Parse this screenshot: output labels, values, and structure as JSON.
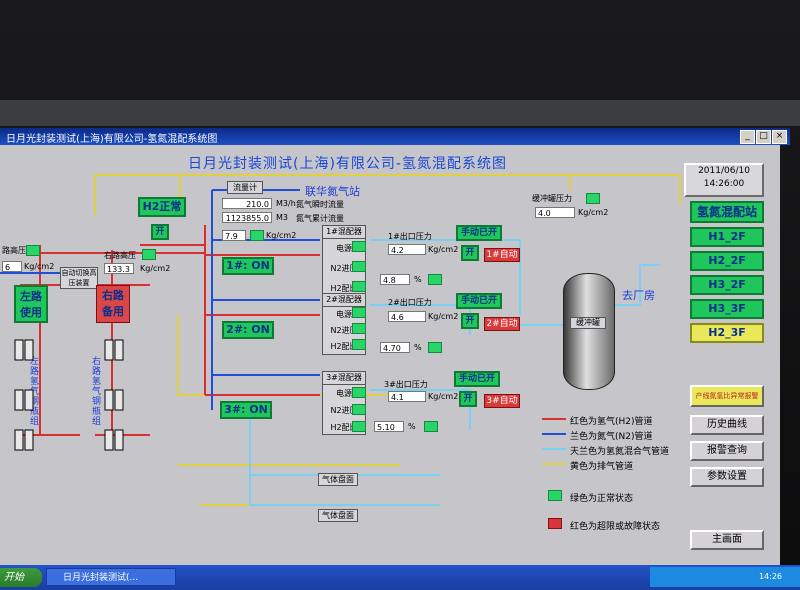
{
  "window": {
    "title": "日月光封装测试(上海)有限公司-氢氮混配系统图",
    "btn_min": "_",
    "btn_max": "□",
    "btn_close": "×"
  },
  "header": {
    "title": "日月光封装测试(上海)有限公司-氢氮混配系统图",
    "date": "2011/06/10",
    "time": "14:26:00"
  },
  "left": {
    "pressure_left_label": "路高压",
    "pressure_left_value": "6",
    "pressure_left_unit": "Kg/cm2",
    "pressure_right_label": "右路高压",
    "pressure_right_value": "133.3",
    "pressure_right_unit": "Kg/cm2",
    "auto_switch": "自动切换高压装置",
    "h2_status": "H2正常",
    "open_label": "开",
    "left_route": "左路使用",
    "right_route": "右路备用",
    "left_bottles": "左路氢气钢瓶组",
    "right_bottles": "右路氢气钢瓶组"
  },
  "nitrogen": {
    "flowmeter": "流量计",
    "station": "联华氮气站",
    "instant_value": "210.0",
    "instant_unit": "M3/h",
    "instant_label": "氮气瞬时流量",
    "total_value": "1123855.0",
    "total_unit": "M3",
    "total_label": "氮气累计流量",
    "pressure_value": "7.9",
    "pressure_unit": "Kg/cm2"
  },
  "mixers": [
    {
      "status": "1#: ON",
      "name": "1#混配器",
      "power": "电源",
      "n2_in": "N2进压",
      "h2_ratio": "H2配比",
      "outlet_label": "1#出口压力",
      "outlet_value": "4.2",
      "outlet_unit": "Kg/cm2",
      "ratio_value": "4.8",
      "ratio_unit": "%",
      "manual": "手动已开",
      "open": "开",
      "auto": "1#自动"
    },
    {
      "status": "2#: ON",
      "name": "2#混配器",
      "power": "电源",
      "n2_in": "N2进压",
      "h2_ratio": "H2配比",
      "outlet_label": "2#出口压力",
      "outlet_value": "4.6",
      "outlet_unit": "Kg/cm2",
      "ratio_value": "4.70",
      "ratio_unit": "%",
      "manual": "手动已开",
      "open": "开",
      "auto": "2#自动"
    },
    {
      "status": "3#: ON",
      "name": "3#混配器",
      "power": "电源",
      "n2_in": "N2进压",
      "h2_ratio": "H2配比",
      "outlet_label": "3#出口压力",
      "outlet_value": "4.1",
      "outlet_unit": "Kg/cm2",
      "ratio_value": "5.10",
      "ratio_unit": "%",
      "manual": "手动已开",
      "open": "开",
      "auto": "3#自动"
    }
  ],
  "buffer": {
    "label": "缓冲罐压力",
    "value": "4.0",
    "unit": "Kg/cm2",
    "tank_label": "缓冲罐",
    "factory": "去厂房"
  },
  "gas_boxes": [
    "气体盘面",
    "气体盘面"
  ],
  "sidebar": {
    "title": "氢氮混配站",
    "items": [
      "H1_2F",
      "H2_2F",
      "H3_2F",
      "H3_3F",
      "H2_3F"
    ],
    "alarm_btn": "产线氮氢比异常报警",
    "history_btn": "历史曲线",
    "alarm_query_btn": "报警查询",
    "params_btn": "参数设置",
    "main_btn": "主画面"
  },
  "legend": {
    "red_line": "红色为氢气(H2)管道",
    "blue_line": "兰色为氮气(N2)管道",
    "lightblue_line": "天兰色为氢氮混合气管道",
    "yellow_line": "黄色为排气管道",
    "green_sq": "绿色为正常状态",
    "red_sq": "红色为超限或故障状态"
  },
  "taskbar": {
    "start": "开始",
    "task": "日月光封装测试(...",
    "clock": "14:26"
  },
  "colors": {
    "h2": "#d83030",
    "n2": "#2050d8",
    "mix": "#7ad0f0",
    "vent": "#e0d040",
    "ok": "#29d468",
    "fault": "#d8343a"
  }
}
